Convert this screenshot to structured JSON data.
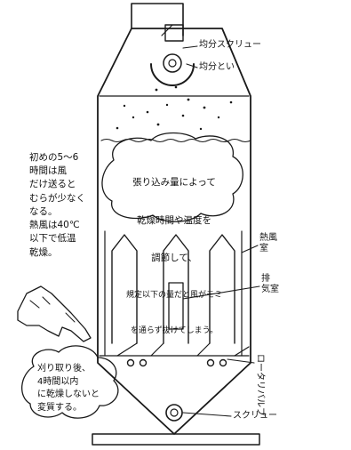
{
  "labels": {
    "kinbun_screw": "均分スクリュー",
    "kinbun_toi": "均分とい",
    "netsufu_shitsu": "熱風\n室",
    "haiki_shitsu": "排\n気室",
    "rotary_valve": "ロータリバルブ",
    "screw": "スクリュー"
  },
  "notes": {
    "center_line1": "張り込み量によって",
    "center_line2": "乾燥時間や温度を",
    "center_line3": "調節して、",
    "center_line4": "規定以下の量だと風がモミ",
    "center_line5": "を通らず抜けてしまう。",
    "left_note": "初めの5～6\n時間は風\nだけ送ると\nむらが少なく\nなる。\n熱風は40℃\n以下で低温\n乾燥。",
    "bubble_note": "刈り取り後、\n4時間以内\nに乾燥しないと\n変質する。"
  },
  "icons": {
    "hand": "pointing-hand-icon"
  }
}
